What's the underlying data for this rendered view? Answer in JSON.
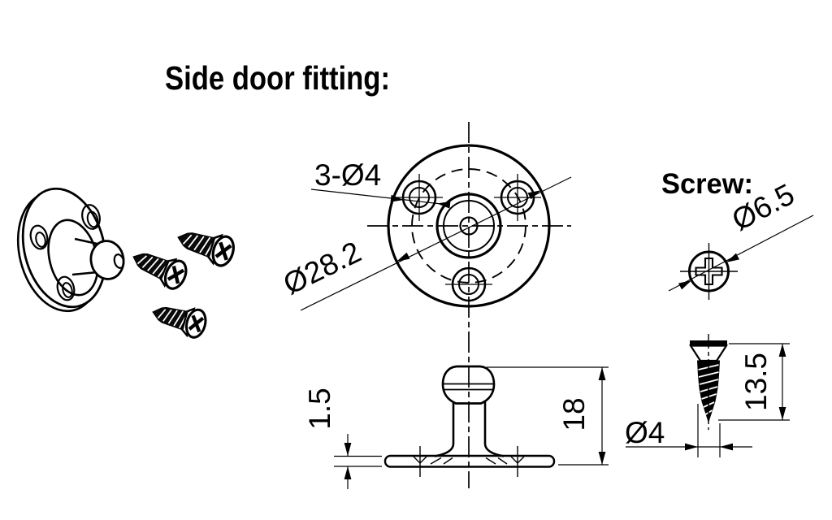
{
  "drawing": {
    "title": "Side door fitting:",
    "screw_section_title": "Screw:",
    "top_view": {
      "holes_dim": "3-Ø4",
      "outer_diameter_dim": "Ø28.2"
    },
    "side_view": {
      "plate_thickness_dim": "1.5",
      "overall_height_dim": "18"
    },
    "screw": {
      "head_diameter_dim": "Ø6.5",
      "length_dim": "13.5",
      "shank_diameter_dim": "Ø4"
    },
    "colors": {
      "line_color": "#000000",
      "background": "#ffffff"
    }
  }
}
